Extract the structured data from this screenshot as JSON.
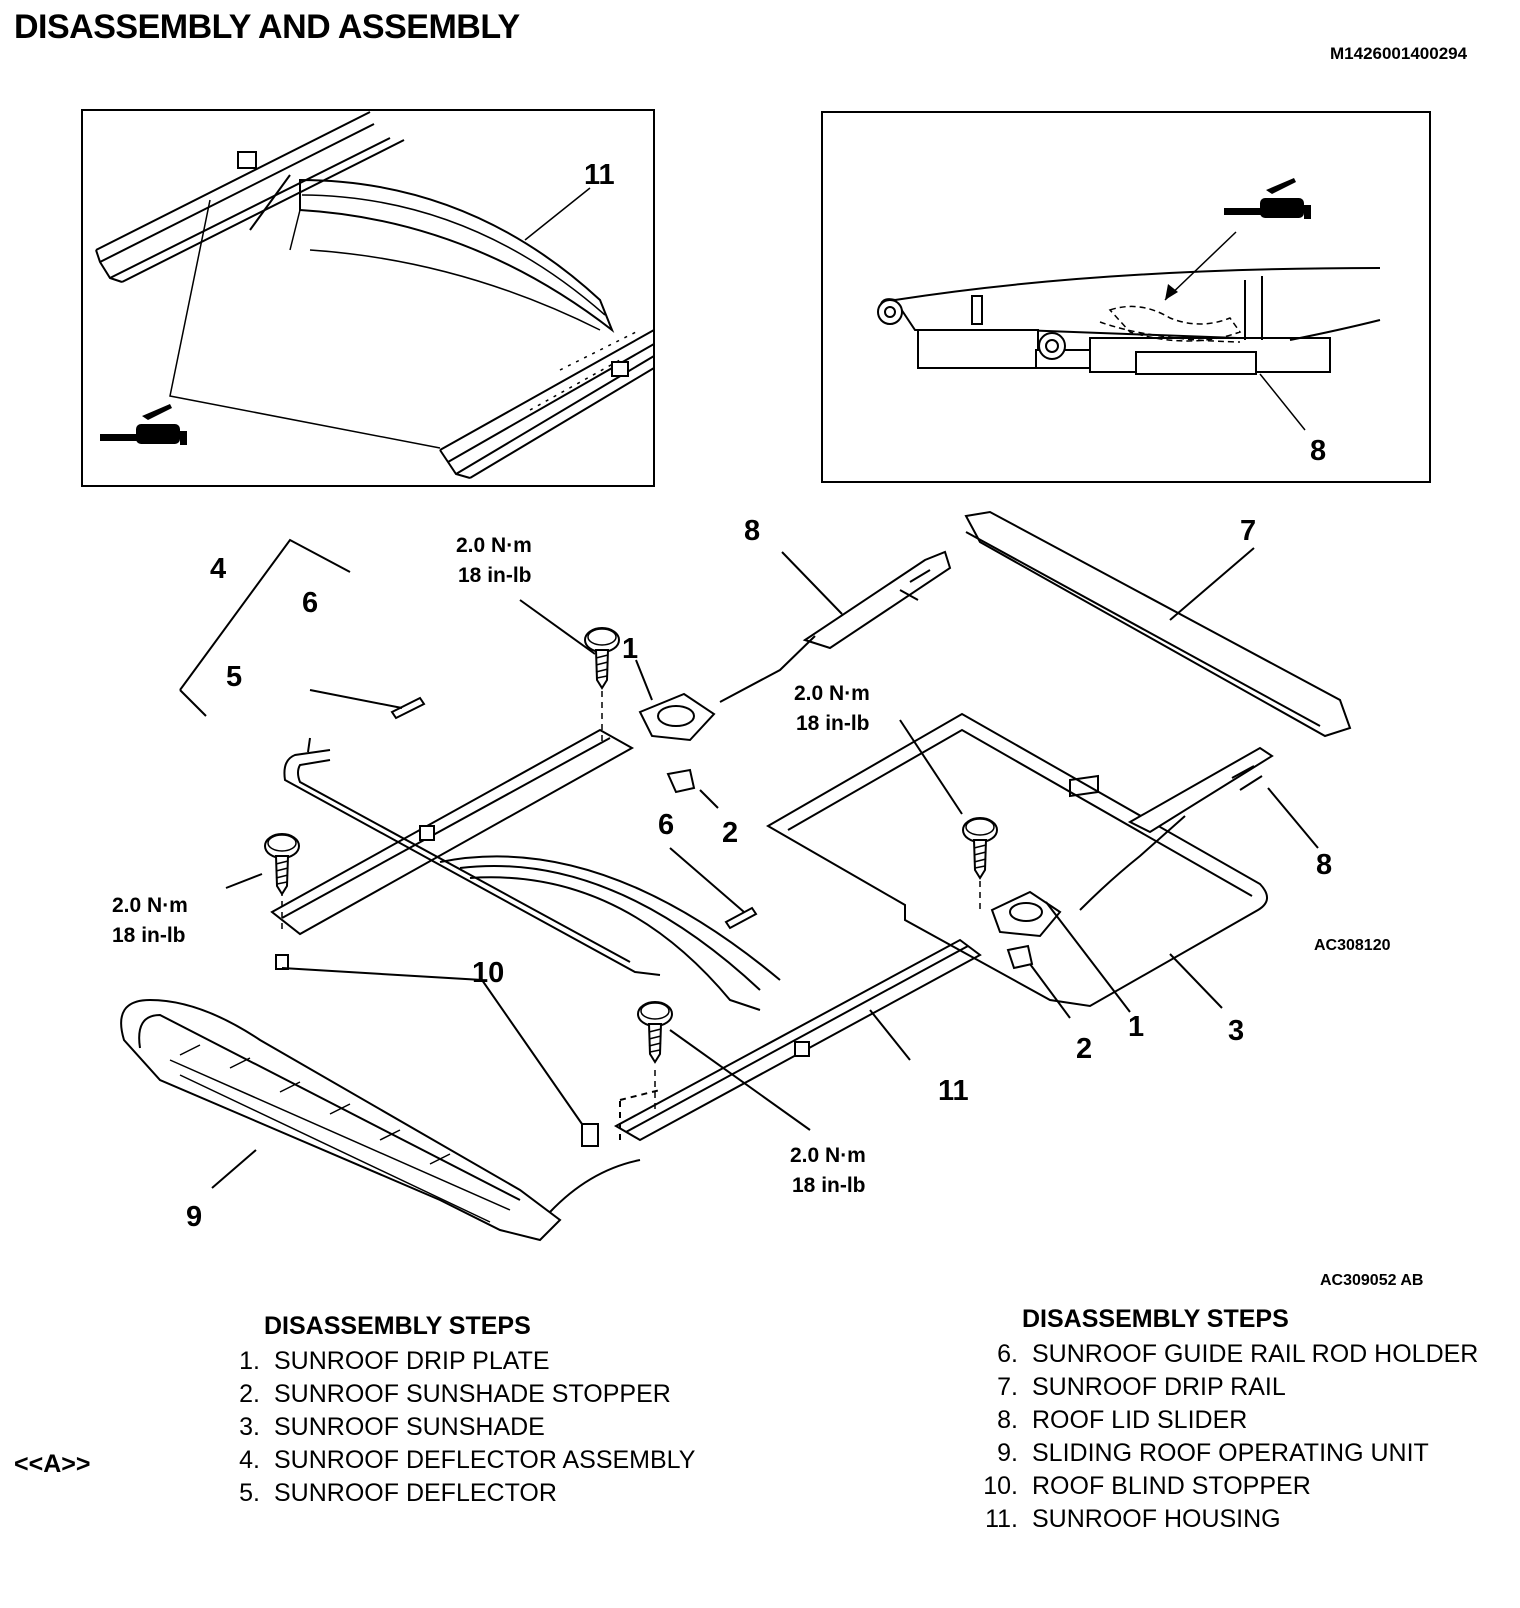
{
  "header": {
    "title": "DISASSEMBLY AND ASSEMBLY",
    "doc_id": "M1426001400294"
  },
  "callouts": {
    "c1": "1",
    "c2": "2",
    "c3": "3",
    "c4": "4",
    "c5": "5",
    "c6": "6",
    "c7": "7",
    "c8": "8",
    "c9": "9",
    "c10": "10",
    "c11": "11"
  },
  "torque": {
    "line1": "2.0 N·m",
    "line2": "18 in-lb"
  },
  "figure_ids": {
    "upper": "AC308120",
    "lower": "AC309052 AB"
  },
  "note": "<<A>>",
  "steps_left": {
    "heading": "DISASSEMBLY STEPS",
    "items": [
      {
        "num": "1.",
        "text": "SUNROOF DRIP PLATE"
      },
      {
        "num": "2.",
        "text": "SUNROOF SUNSHADE STOPPER"
      },
      {
        "num": "3.",
        "text": "SUNROOF SUNSHADE"
      },
      {
        "num": "4.",
        "text": "SUNROOF DEFLECTOR ASSEMBLY"
      },
      {
        "num": "5.",
        "text": "SUNROOF DEFLECTOR"
      }
    ]
  },
  "steps_right": {
    "heading": "DISASSEMBLY STEPS",
    "items": [
      {
        "num": "6.",
        "text": "SUNROOF GUIDE RAIL ROD HOLDER"
      },
      {
        "num": "7.",
        "text": "SUNROOF DRIP RAIL"
      },
      {
        "num": "8.",
        "text": "ROOF LID SLIDER"
      },
      {
        "num": "9.",
        "text": "SLIDING ROOF OPERATING UNIT"
      },
      {
        "num": "10.",
        "text": "ROOF BLIND STOPPER"
      },
      {
        "num": "11.",
        "text": "SUNROOF HOUSING"
      }
    ]
  },
  "icons": {
    "grease": "grease-gun-icon"
  }
}
